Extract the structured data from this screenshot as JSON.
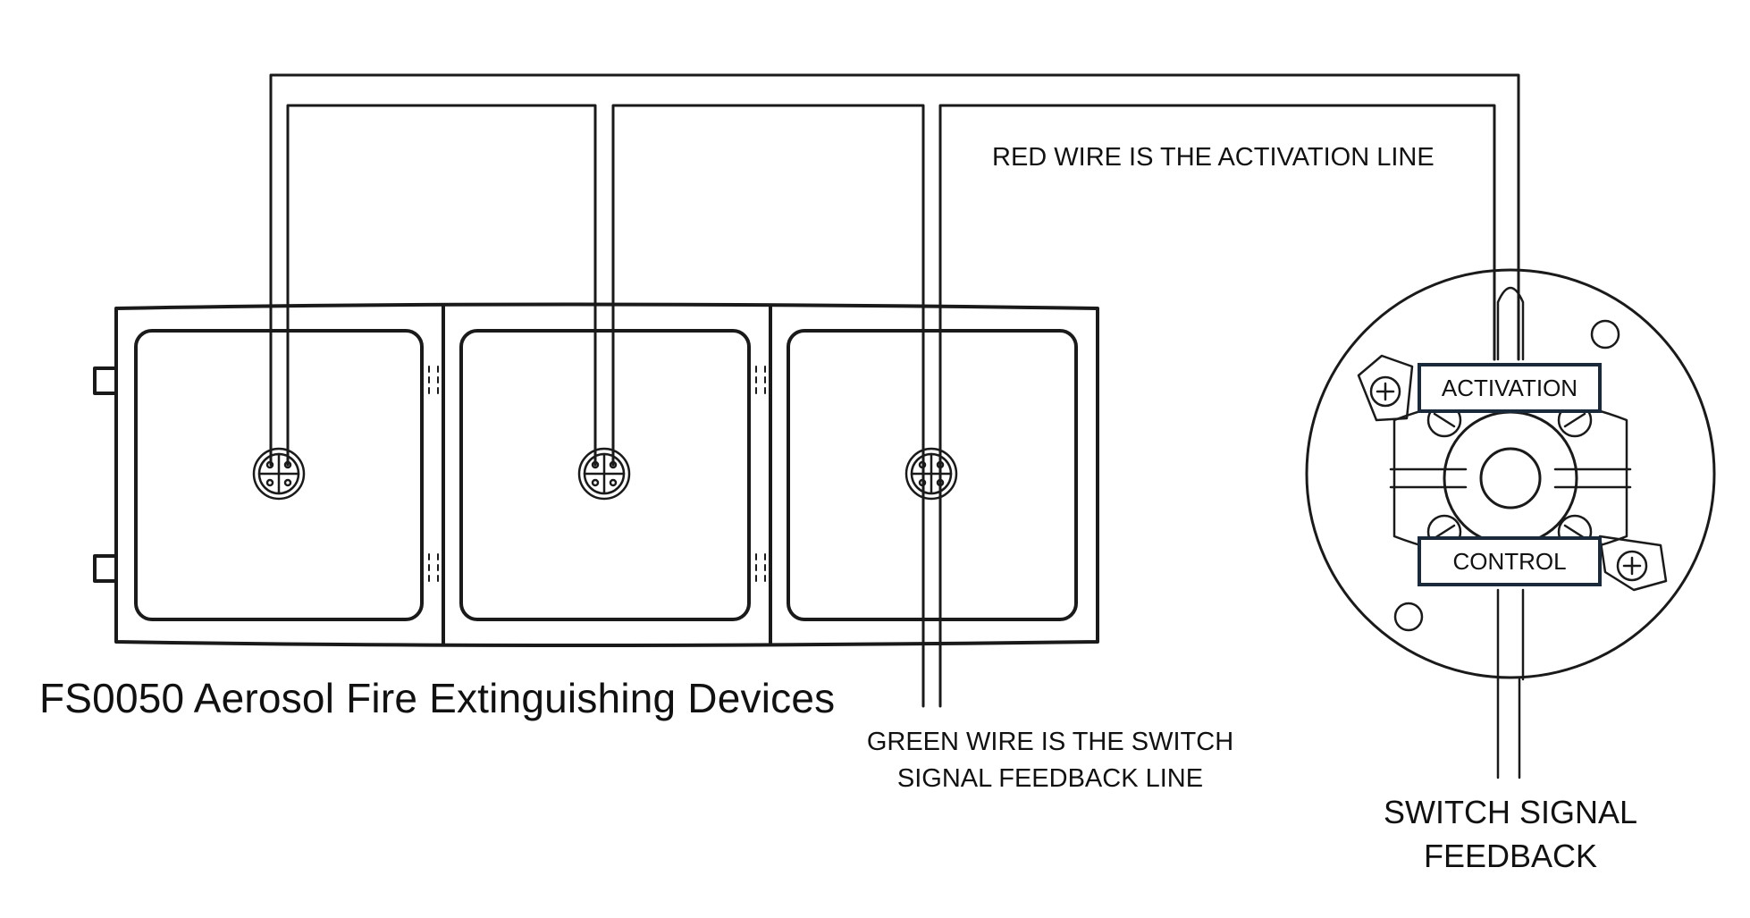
{
  "diagram": {
    "title": "FS0050 Aerosol Fire Extinguishing Devices",
    "red_wire_note": "RED WIRE IS THE ACTIVATION LINE",
    "green_wire_note": "GREEN WIRE IS THE SWITCH SIGNAL FEEDBACK LINE",
    "switch_feedback_label": "SWITCH SIGNAL FEEDBACK",
    "terminal_labels": {
      "activation": "ACTIVATION",
      "control": "CONTROL"
    },
    "device_count": 3,
    "colors": {
      "line": "#1a1a1a",
      "tag_border": "#1b2a3a",
      "background": "#ffffff"
    }
  }
}
